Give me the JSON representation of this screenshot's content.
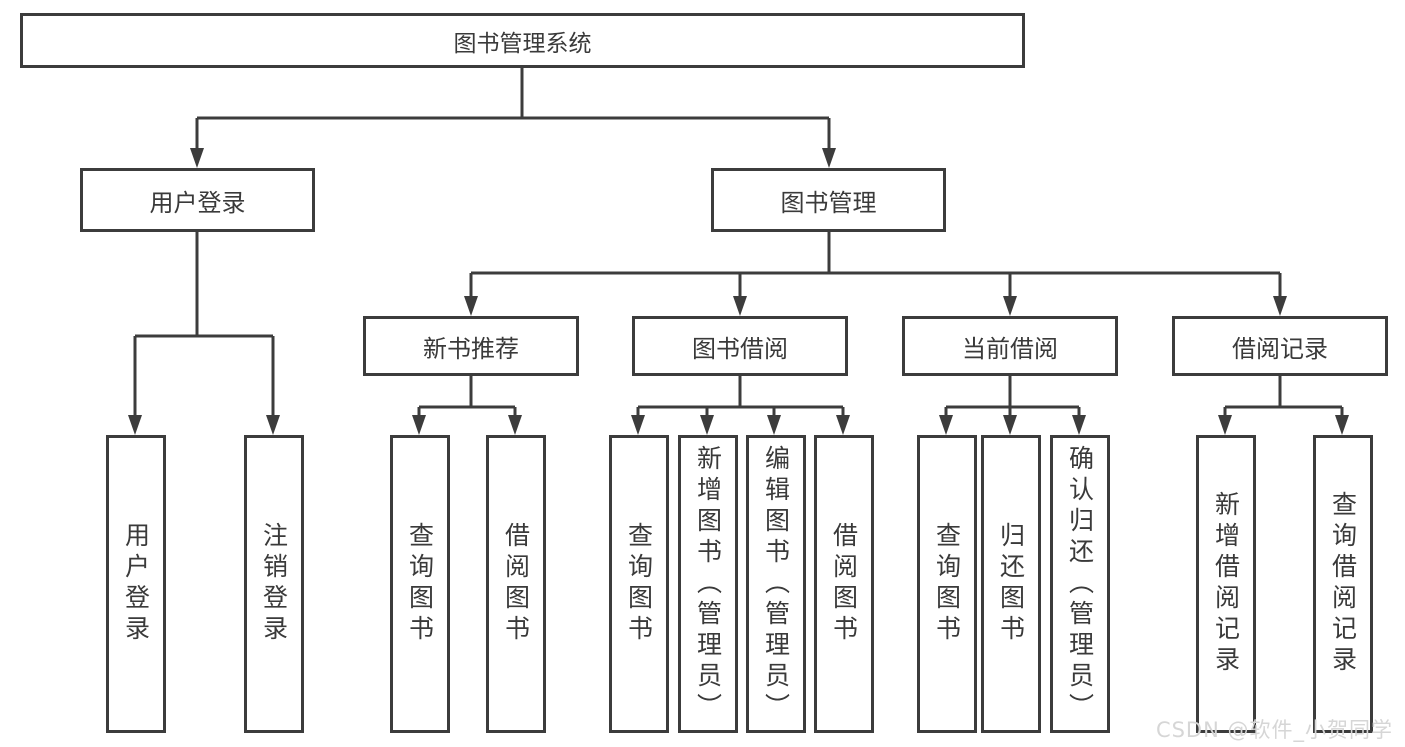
{
  "colors": {
    "line": "#3c3c3c",
    "text": "#3a3a3a",
    "box_background": "#ffffff",
    "watermark_text": "#d6d6d6"
  },
  "tree": {
    "root": "图书管理系统",
    "level2": [
      "用户登录",
      "图书管理"
    ],
    "level3": [
      "新书推荐",
      "图书借阅",
      "当前借阅",
      "借阅记录"
    ],
    "leaves_user_login": [
      "用户登录",
      "注销登录"
    ],
    "leaves_new_book": [
      "查询图书",
      "借阅图书"
    ],
    "leaves_book_borrowing": [
      "查询图书",
      "新增图书（管理员）",
      "编辑图书（管理员）",
      "借阅图书"
    ],
    "leaves_current_borrowing": [
      "查询图书",
      "归还图书",
      "确认归还（管理员）"
    ],
    "leaves_borrowing_records": [
      "新增借阅记录",
      "查询借阅记录"
    ]
  },
  "watermark": "CSDN @软件_小贺同学"
}
